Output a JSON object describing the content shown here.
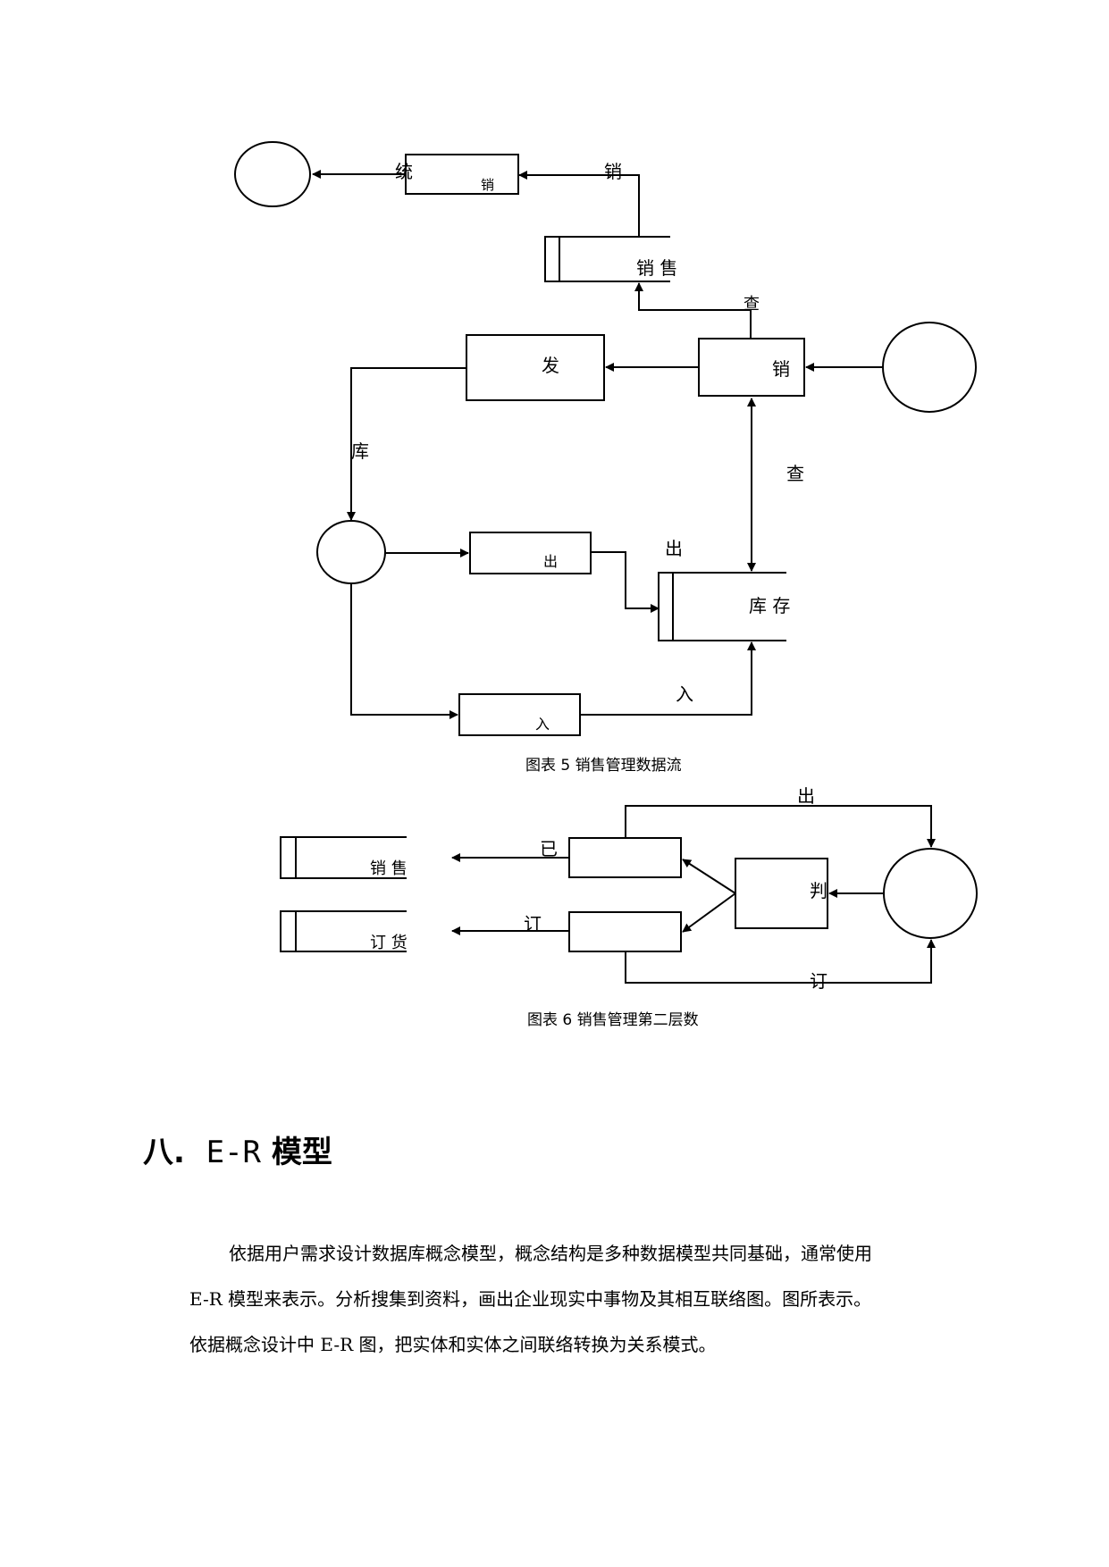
{
  "fig5": {
    "tong_ji": "统",
    "xiao_box": "销",
    "xiao_arrow": "销",
    "store_sales": "销 售",
    "cha_top": "查",
    "fa": "发",
    "xiao_main": "销",
    "ku": "库",
    "cha_right": "查",
    "chu_box": "出",
    "chu_label": "出",
    "store_inventory": "库 存",
    "ru_box": "入",
    "ru_label": "入",
    "caption": "图表 5 销售管理数据⁠流"
  },
  "fig6": {
    "chu_top": "出",
    "yi": "已",
    "store_sales": "销 售",
    "store_orders": "订 货",
    "ding_label": "订",
    "pan": "判",
    "ding_bottom": "订",
    "caption": "图表 6 销售管理第二层数"
  },
  "section": {
    "number": "八.",
    "title_en": "E-R",
    "title_cn": "模型"
  },
  "paragraph": {
    "line1": "依据用户需求设计数据库概念模型，概念结构是多种数据模型共同基础，通常使用",
    "line2": "E-R 模型来表示。分析搜集到资料，画出企业现实中事物及其相互联络图。图所表示。",
    "line3": "依据概念设计中 E-R 图，把实体和实体之间联络转换为关系模式。"
  }
}
